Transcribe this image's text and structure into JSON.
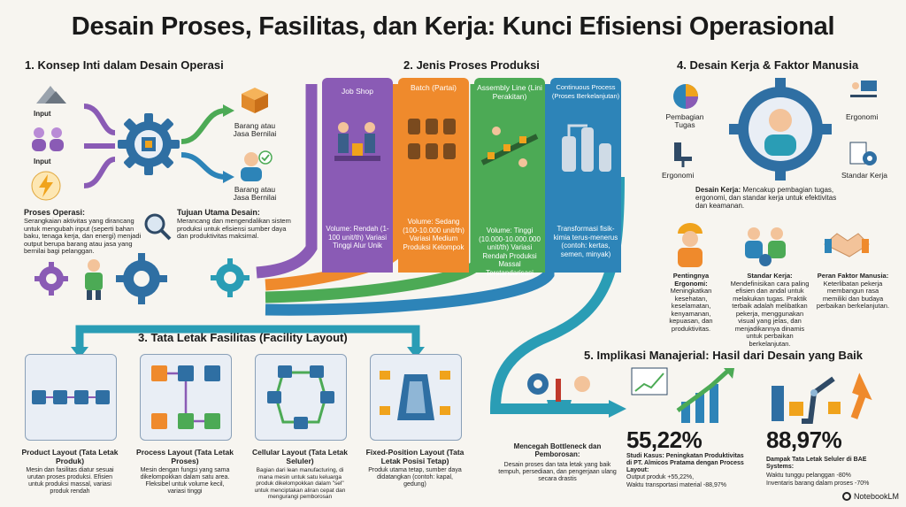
{
  "title": "Desain Proses, Fasilitas, dan Kerja: Kunci Efisiensi Operasional",
  "s1": {
    "title": "1. Konsep Inti dalam Desain Operasi",
    "input_labels": [
      "Input",
      "Input"
    ],
    "output_labels": [
      "Barang atau Jasa Bernilai",
      "Barang atau Jasa Bernilai"
    ],
    "proses_title": "Proses Operasi:",
    "proses_text": "Serangkaian aktivitas yang dirancang untuk mengubah input (seperti bahan baku, tenaga kerja, dan energi) menjadi output berupa barang atau jasa yang bernilai bagi pelanggan.",
    "tujuan_title": "Tujuan Utama Desain:",
    "tujuan_text": "Merancang dan mengendalikan sistem produksi untuk efisiensi sumber daya dan produktivitas maksimal."
  },
  "s2": {
    "title": "2. Jenis Proses Produksi",
    "columns": [
      {
        "head": "Job Shop",
        "body": "Volume: Rendah (1-100 unit/th) Variasi Tinggi Alur Unik",
        "color": "#8a5bb5"
      },
      {
        "head": "Batch (Partai)",
        "body": "Volume: Sedang (100-10.000 unit/th) Variasi Medium Produksi Kelompok",
        "color": "#ef8a2c"
      },
      {
        "head": "Assembly Line (Lini Perakitan)",
        "body": "Volume: Tinggi (10.000-10.000.000 unit/th) Variasi Rendah Produksi Massal Terstandarisasi",
        "color": "#4caa55"
      },
      {
        "head": "Continuous Process (Proses Berkelanjutan)",
        "body": "Transformasi fisik-kimia terus-menerus (contoh: kertas, semen, minyak)",
        "color": "#2d84b8"
      }
    ]
  },
  "s3": {
    "title": "3. Tata Letak Fasilitas (Facility Layout)",
    "cards": [
      {
        "name": "Product Layout (Tata Letak Produk)",
        "desc": "Mesin dan fasilitas diatur sesuai urutan proses produksi. Efisien untuk produksi massal, variasi produk rendah"
      },
      {
        "name": "Process Layout (Tata Letak Proses)",
        "desc": "Mesin dengan fungsi yang sama dikelompokkan dalam satu area. Fleksibel untuk volume kecil, variasi tinggi"
      },
      {
        "name": "Cellular Layout (Tata Letak Seluler)",
        "desc": "Bagian dari lean manufacturing, di mana mesin untuk satu keluarga produk dikelompokkan dalam \"sel\" untuk menciptakan aliran cepat dan mengurangi pemborosan"
      },
      {
        "name": "Fixed-Position Layout (Tata Letak Posisi Tetap)",
        "desc": "Produk utama tetap, sumber daya didatangkan (contoh: kapal, gedung)"
      }
    ]
  },
  "s4": {
    "title": "4. Desain Kerja & Faktor Manusia",
    "labels": {
      "pembagian": "Pembagian Tugas",
      "ergonomi_r": "Ergonomi",
      "ergonomi_l": "Ergonomi",
      "standar": "Standar Kerja"
    },
    "desain_title": "Desain Kerja:",
    "desain_text": "Mencakup pembagian tugas, ergonomi, dan standar kerja untuk efektivitas dan keamanan.",
    "items": [
      {
        "title": "Pentingnya Ergonomi:",
        "text": "Meningkatkan kesehatan, keselamatan, kenyamanan, kepuasan, dan produktivitas."
      },
      {
        "title": "Standar Kerja:",
        "text": "Mendefinisikan cara paling efisien dan andal untuk melakukan tugas. Praktik terbaik adalah melibatkan pekerja, menggunakan visual yang jelas, dan menjadikannya dinamis untuk perbaikan berkelanjutan."
      },
      {
        "title": "Peran Faktor Manusia:",
        "text": "Keterlibatan pekerja membangun rasa memiliki dan budaya perbaikan berkelanjutan."
      }
    ]
  },
  "s5": {
    "title": "5. Implikasi Manajerial: Hasil dari Desain yang Baik",
    "bottleneck_title": "Mencegah Bottleneck dan Pemborosan:",
    "bottleneck_text": "Desain proses dan tata letak yang baik tempuh, persediaan, dan pengerjaan ulang secara drastis",
    "stat1": "55,22%",
    "stat1_title": "Studi Kasus: Peningkatan Produktivitas di PT. Almicos Pratama dengan Process Layout:",
    "stat1_lines": [
      "Output produk +55,22%,",
      "Waktu transportasi material -88,97%"
    ],
    "stat2": "88,97%",
    "stat2_title": "Dampak Tata Letak Seluler di BAE Systems:",
    "stat2_lines": [
      "Waktu tunggu pelanggan -80%",
      "Inventaris barang dalam proses -70%"
    ]
  },
  "footer": "NotebookLM",
  "colors": {
    "purple": "#8a5bb5",
    "orange": "#ef8a2c",
    "green": "#4caa55",
    "blue": "#2d84b8",
    "teal": "#2a9db5"
  }
}
